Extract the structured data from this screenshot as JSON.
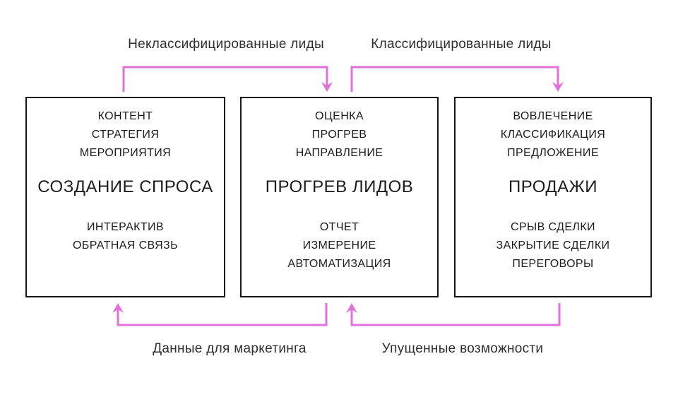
{
  "colors": {
    "accent": "#e170d8",
    "box_border": "#161616",
    "text_primary": "#1c1c1c",
    "label_text": "#2e2e2e"
  },
  "flow_labels": {
    "top_left": "Неклассифицированные лиды",
    "top_right": "Классифицированные лиды",
    "bottom_left": "Данные для маркетинга",
    "bottom_right": "Упущенные возможности"
  },
  "boxes": [
    {
      "top_items": [
        "КОНТЕНТ",
        "СТРАТЕГИЯ",
        "МЕРОПРИЯТИЯ"
      ],
      "title": "СОЗДАНИЕ СПРОСА",
      "bottom_items": [
        "ИНТЕРАКТИВ",
        "ОБРАТНАЯ СВЯЗЬ"
      ]
    },
    {
      "top_items": [
        "ОЦЕНКА",
        "ПРОГРЕВ",
        "НАПРАВЛЕНИЕ"
      ],
      "title": "ПРОГРЕВ ЛИДОВ",
      "bottom_items": [
        "ОТЧЕТ",
        "ИЗМЕРЕНИЕ",
        "АВТОМАТИЗАЦИЯ"
      ]
    },
    {
      "top_items": [
        "ВОВЛЕЧЕНИЕ",
        "КЛАССИФИКАЦИЯ",
        "ПРЕДЛОЖЕНИЕ"
      ],
      "title": "ПРОДАЖИ",
      "bottom_items": [
        "СРЫВ СДЕЛКИ",
        "ЗАКРЫТИЕ СДЕЛКИ",
        "ПЕРЕГОВОРЫ"
      ]
    }
  ]
}
